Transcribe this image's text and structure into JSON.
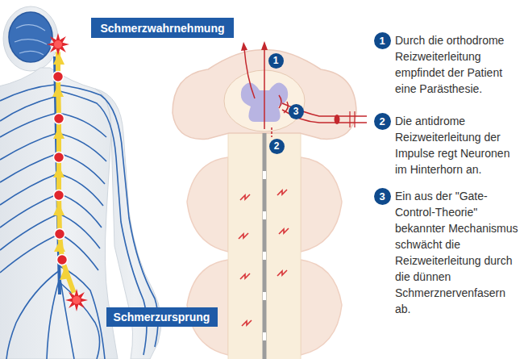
{
  "diagram": {
    "nodes": [
      {
        "text": [
          "Schmerzwahrnehmung"
        ]
      },
      {
        "text": [
          "1"
        ]
      },
      {
        "text": [
          "3"
        ]
      },
      {
        "text": [
          "2"
        ]
      },
      {
        "text": [
          "1"
        ]
      },
      {
        "text": [
          "2"
        ]
      },
      {
        "text": [
          "3"
        ]
      },
      {
        "text": [
          "Schmerzursprung"
        ]
      }
    ],
    "labels": [
      "Durch die orthodrome Reizweiterleitung empfindet der Patient eine Parästhesie.",
      "Die antidrome Reizweiterleitung der Impulse regt Neuronen im Hinterhorn an.",
      "Ein aus der \"Gate-Control-Theorie\" bekannter Mechanismus schwächt die Reizweiterleitung durch die dünnen Schmerznervenfasern ab."
    ]
  }
}
